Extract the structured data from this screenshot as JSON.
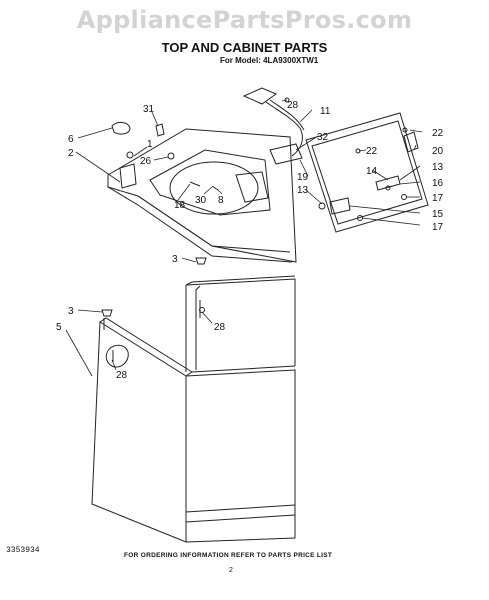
{
  "watermark": "AppliancePartsPros.com",
  "title": "TOP AND CABINET PARTS",
  "subtitle": "For Model: 4LA9300XTW1",
  "footer": {
    "doc_id": "3353934",
    "note": "FOR ORDERING INFORMATION REFER TO PARTS PRICE LIST",
    "page": "2"
  },
  "callouts": {
    "c31": "31",
    "c6": "6",
    "c1": "1",
    "c2": "2",
    "c26": "26",
    "c18": "18",
    "c30": "30",
    "c8": "8",
    "c28a": "28",
    "c11": "11",
    "c32": "32",
    "c19": "19",
    "c13a": "13",
    "c22a": "22",
    "c22b": "22",
    "c20": "20",
    "c13b": "13",
    "c14": "14",
    "c16": "16",
    "c17a": "17",
    "c15": "15",
    "c17b": "17",
    "c3a": "3",
    "c28b": "28",
    "c3b": "3",
    "c5": "5",
    "c28c": "28"
  }
}
